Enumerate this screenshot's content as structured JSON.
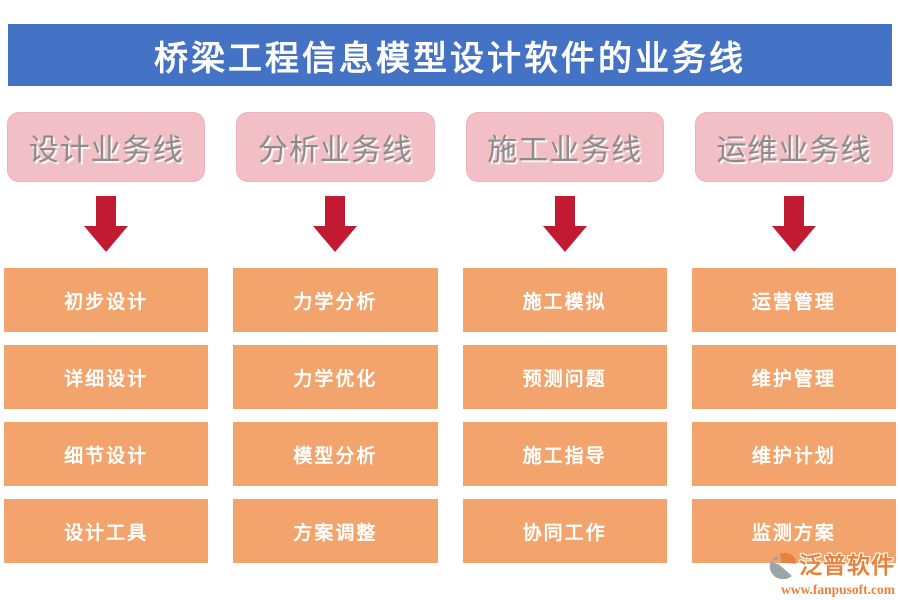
{
  "page": {
    "title": "桥梁工程信息模型设计软件的业务线"
  },
  "colors": {
    "banner_bg": "#4472C4",
    "banner_text": "#FFFFFF",
    "header_bg": "#F2BFC7",
    "header_border": "#EBB2BD",
    "header_text": "#8C8C8C",
    "arrow": "#C11A32",
    "item_bg": "#F2A46C",
    "item_text": "#FFFFFF",
    "logo_orange": "#E8823E",
    "logo_gray": "#9CA3AA"
  },
  "columns": [
    {
      "header": "设计业务线",
      "items": [
        "初步设计",
        "详细设计",
        "细节设计",
        "设计工具"
      ]
    },
    {
      "header": "分析业务线",
      "items": [
        "力学分析",
        "力学优化",
        "模型分析",
        "方案调整"
      ]
    },
    {
      "header": "施工业务线",
      "items": [
        "施工模拟",
        "预测问题",
        "施工指导",
        "协同工作"
      ]
    },
    {
      "header": "运维业务线",
      "items": [
        "运营管理",
        "维护管理",
        "维护计划",
        "监测方案"
      ]
    }
  ],
  "logo": {
    "name": "泛普软件",
    "url": "www.fanpusoft.com"
  }
}
